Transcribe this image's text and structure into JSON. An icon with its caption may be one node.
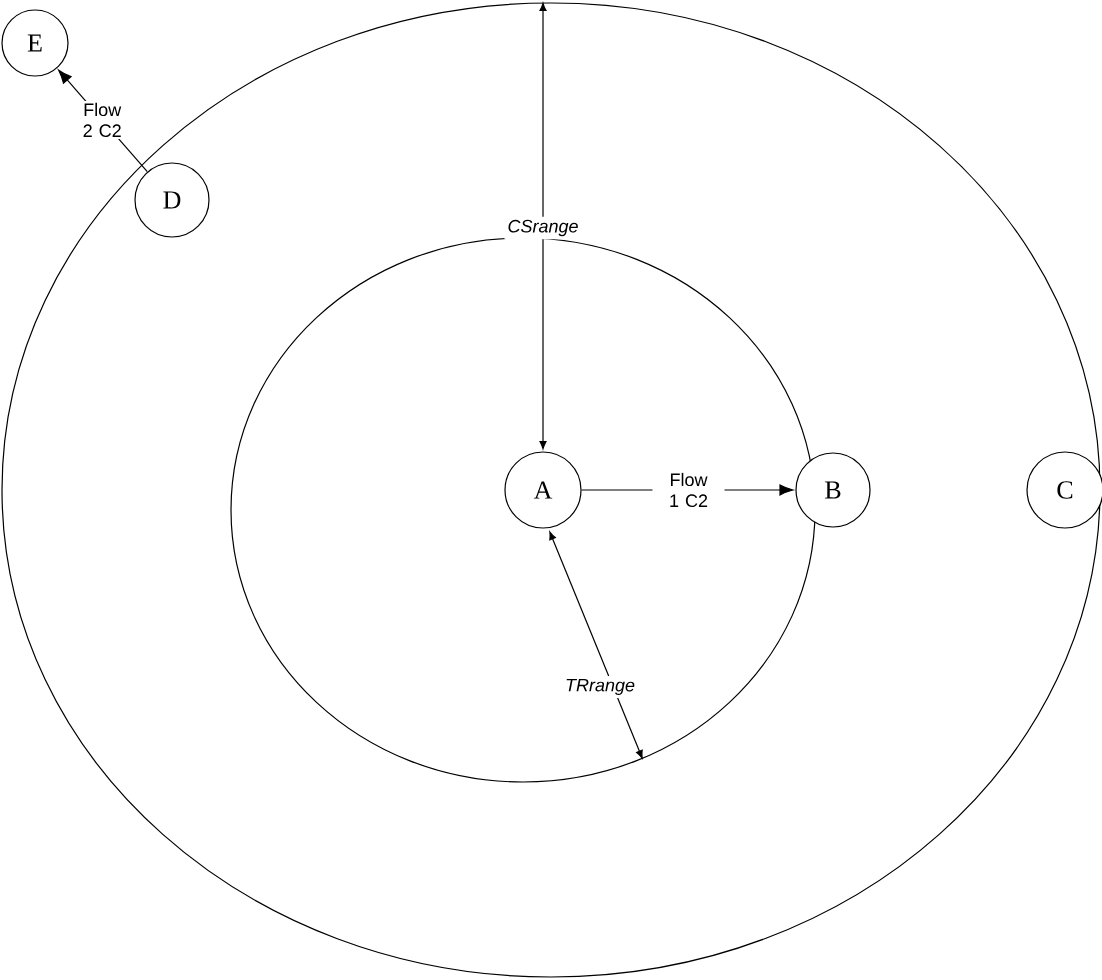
{
  "diagram": {
    "nodes": [
      {
        "text": [
          "E"
        ]
      },
      {
        "text": [
          "D"
        ]
      },
      {
        "text": [
          "A"
        ]
      },
      {
        "text": [
          "B"
        ]
      },
      {
        "text": [
          "C"
        ]
      }
    ],
    "edges": [
      {
        "from": 1,
        "to": 0,
        "arrow": "to",
        "label": "Flow 2 C2"
      },
      {
        "from": 2,
        "to": 3,
        "arrow": "to",
        "label": "Flow 1 C2"
      }
    ],
    "labels": [
      "CSrange",
      "TRrange"
    ]
  }
}
